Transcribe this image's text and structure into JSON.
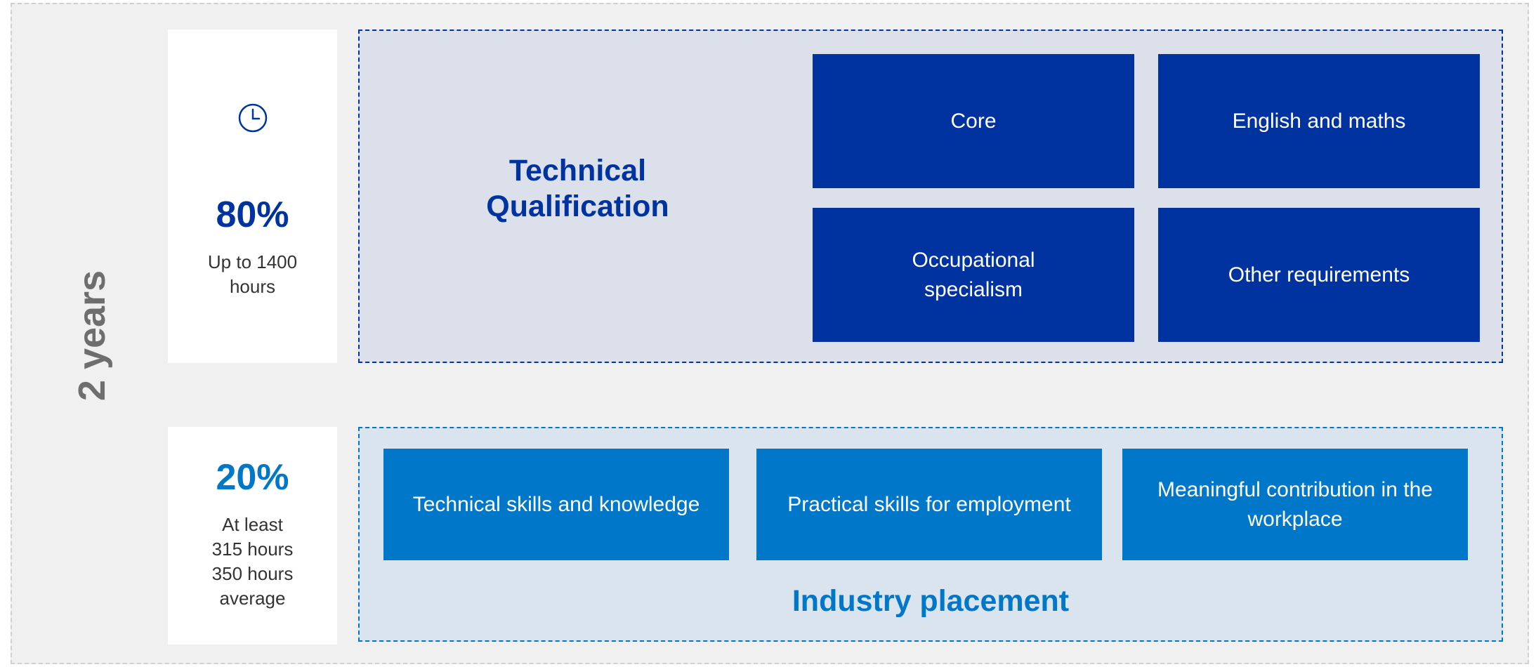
{
  "duration_label": "2 years",
  "technical_qualification": {
    "percent": "80%",
    "hours_line1": "Up to 1400",
    "hours_line2": "hours",
    "icon": "clock-icon",
    "title_line1": "Technical",
    "title_line2": "Qualification",
    "components": [
      {
        "label": "Core"
      },
      {
        "label": "English and maths"
      },
      {
        "label_line1": "Occupational",
        "label_line2": "specialism"
      },
      {
        "label": "Other requirements"
      }
    ]
  },
  "industry_placement": {
    "percent": "20%",
    "hours_line1": "At least",
    "hours_line2": "315 hours",
    "hours_line3": "350 hours",
    "hours_line4": "average",
    "title": "Industry placement",
    "components": [
      {
        "label": "Technical skills and knowledge"
      },
      {
        "label": "Practical skills for employment"
      },
      {
        "label": "Meaningful contribution in the workplace"
      }
    ]
  },
  "colors": {
    "dark_blue": "#0033a0",
    "light_blue": "#0077c8",
    "years_grey": "#6e6e6e",
    "background": "#f0f0f0"
  }
}
